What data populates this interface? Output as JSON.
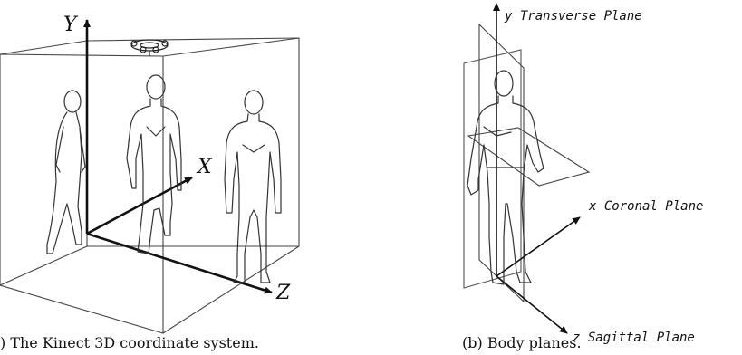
{
  "kinect": {
    "axes": {
      "y": "Y",
      "x": "X",
      "z": "Z"
    },
    "caption": ") The Kinect 3D coordinate system."
  },
  "body_planes": {
    "axes": {
      "y": "y Transverse Plane",
      "x": "x Coronal Plane",
      "z": "z Sagittal Plane"
    },
    "caption": "(b) Body planes."
  }
}
